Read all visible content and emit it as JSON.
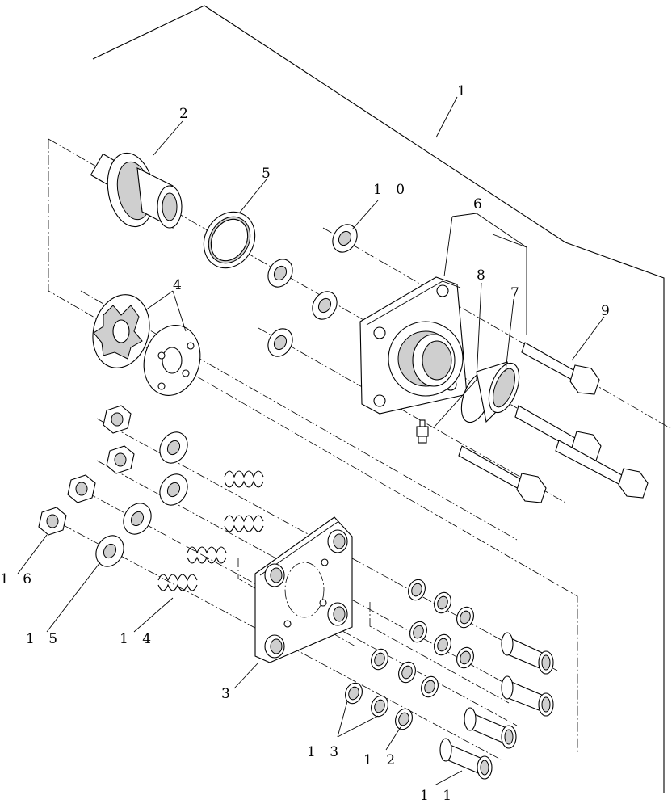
{
  "callouts": {
    "c1": "1",
    "c2": "2",
    "c3": "3",
    "c4": "4",
    "c5": "5",
    "c6": "6",
    "c7": "7",
    "c8": "8",
    "c9": "9",
    "c10": "1 0",
    "c11": "1 1",
    "c12": "1 2",
    "c13": "1 3",
    "c14": "1 4",
    "c15": "1 5",
    "c16": "1 6"
  }
}
